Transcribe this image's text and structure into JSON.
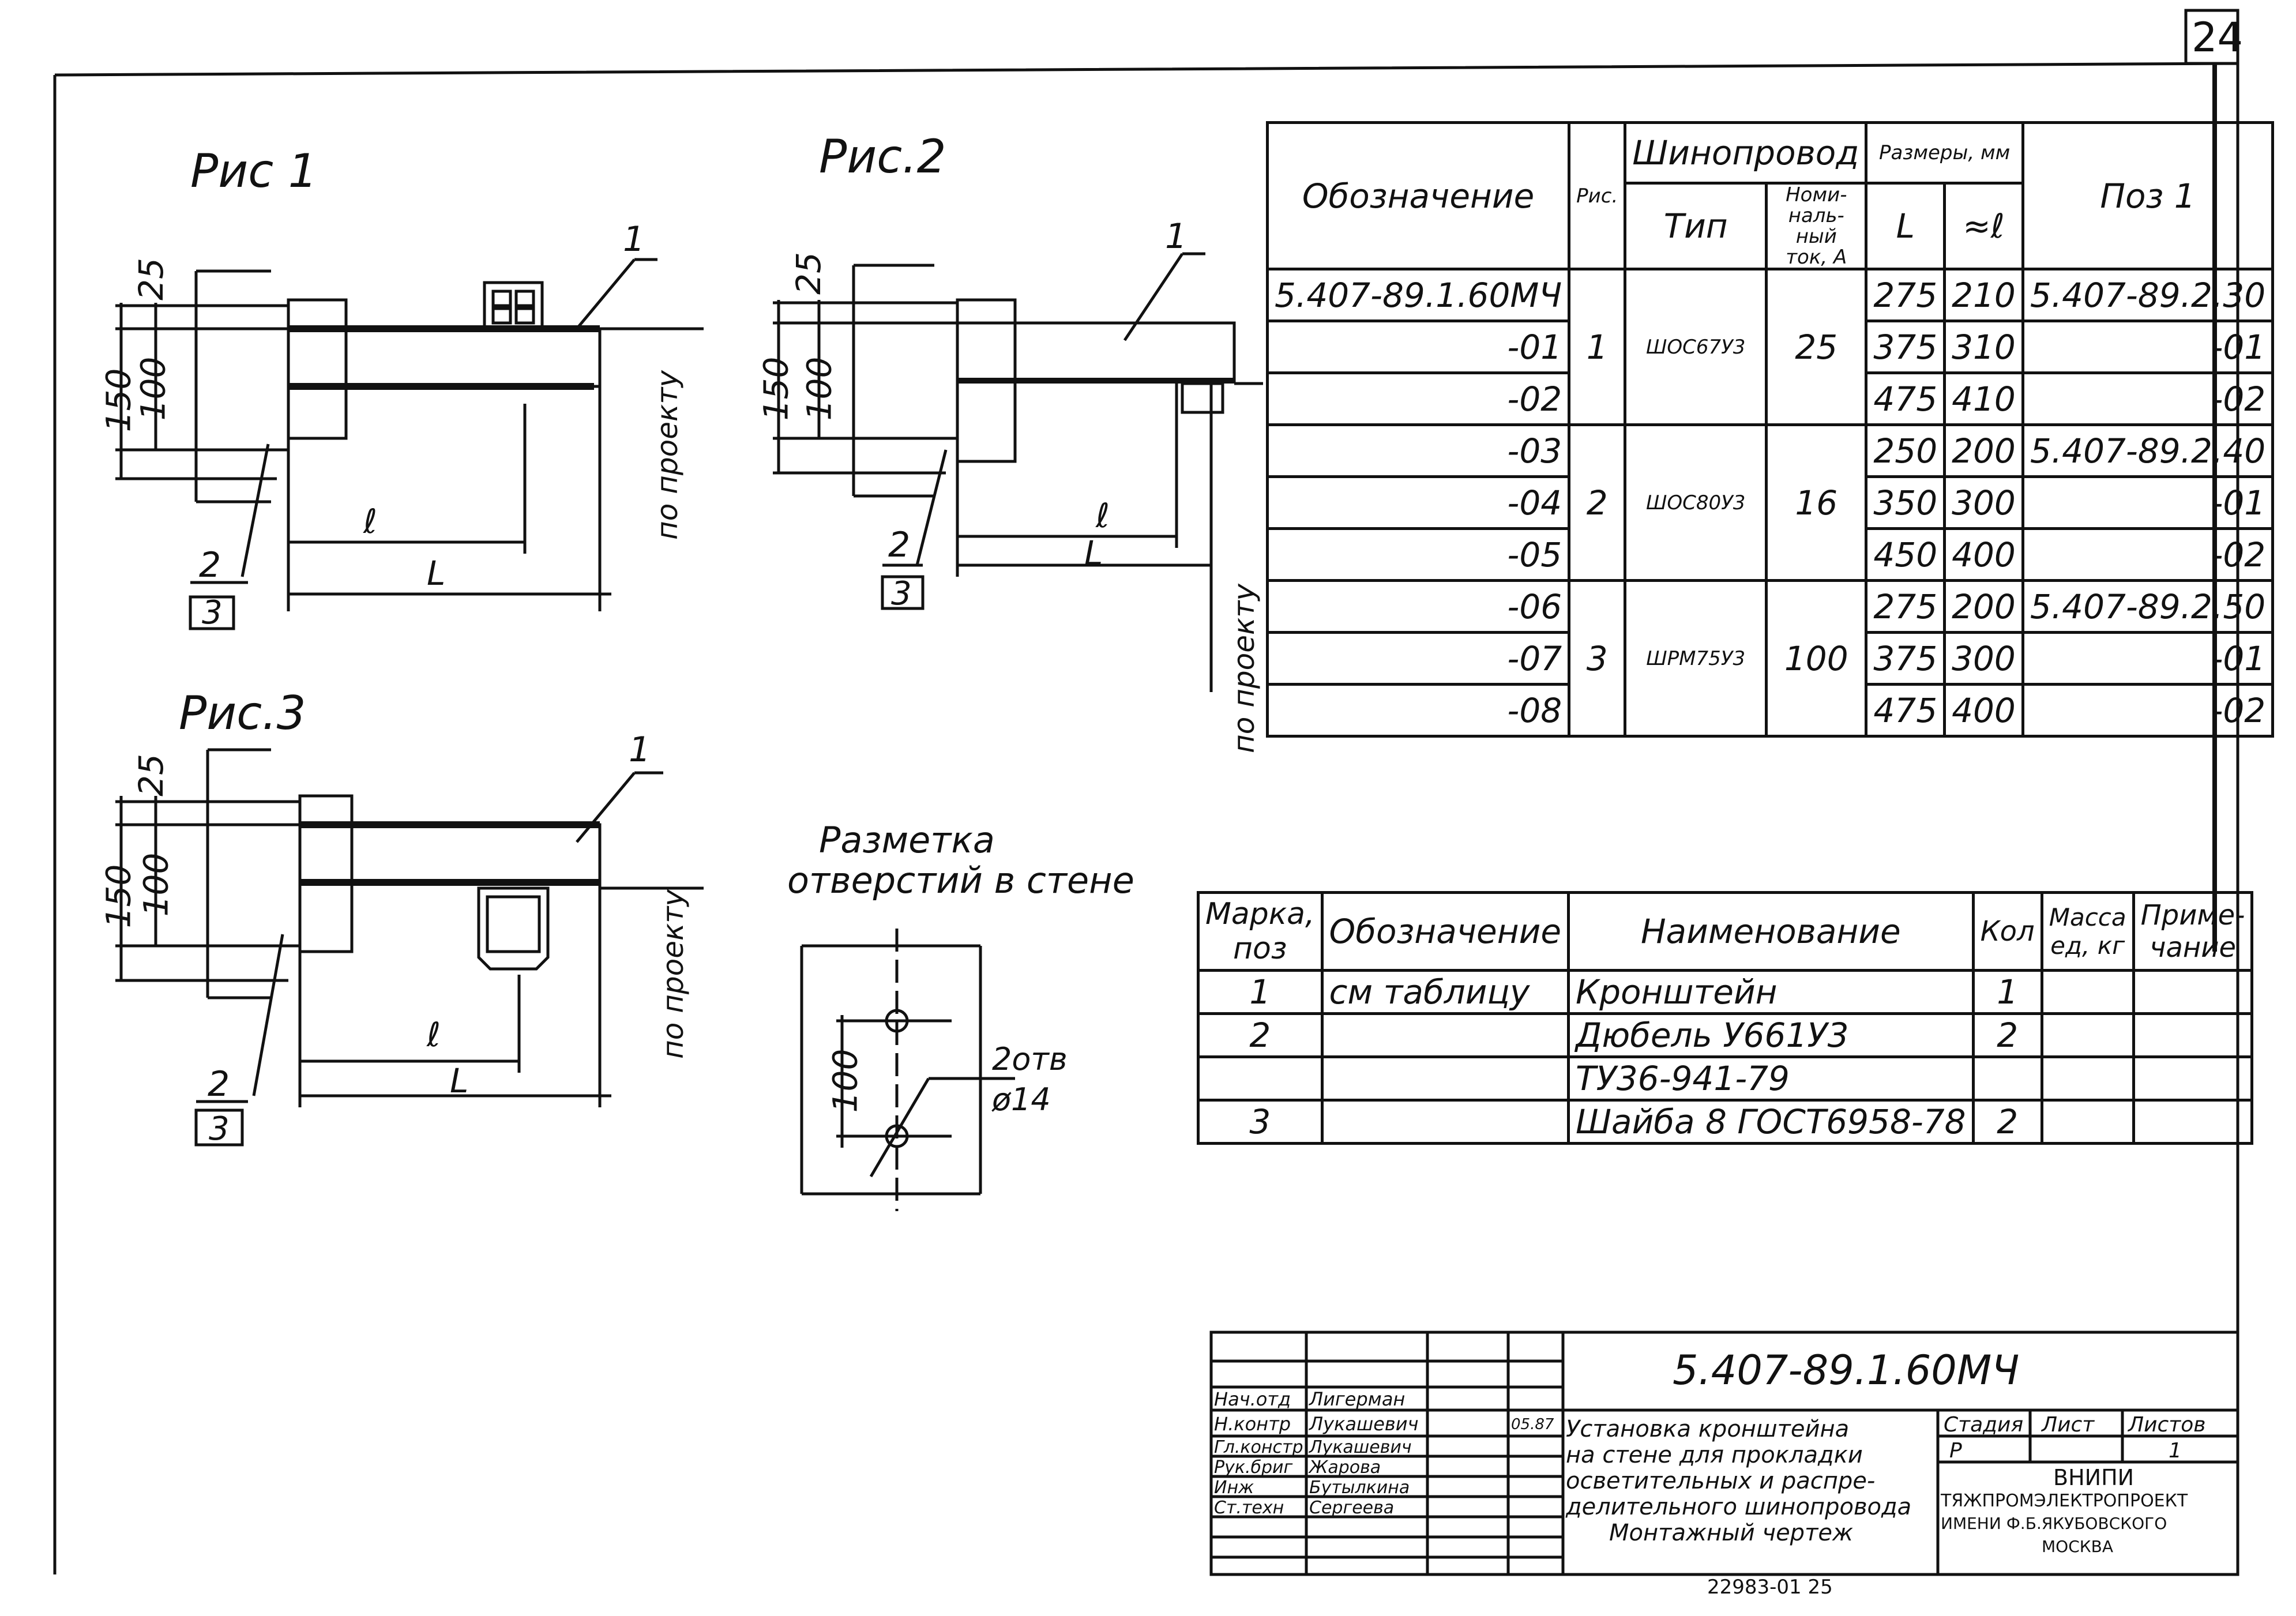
{
  "sheet_number": "24",
  "figures": {
    "fig1_title": "Рис 1",
    "fig2_title": "Рис.2",
    "fig3_title": "Рис.3",
    "marking_title_1": "Разметка",
    "marking_title_2": "отверстий в стене",
    "dim_25": "25",
    "dim_150": "150",
    "dim_100": "100",
    "dim_l": "ℓ",
    "dim_L": "L",
    "callout_1": "1",
    "callout_2": "2",
    "callout_3": "3",
    "by_project": "по проекту",
    "holes_note_1": "2отв",
    "holes_note_2": "ø14"
  },
  "spec_table": {
    "headers": {
      "designation": "Обозначение",
      "fig": "Рис.",
      "busway": "Шинопровод",
      "type": "Тип",
      "nominal_current": "Номи-наль-ный ток, А",
      "sizes": "Размеры, мм",
      "L": "L",
      "l": "≈ℓ",
      "pos1": "Поз 1"
    },
    "rows": [
      {
        "designation": "5.407-89.1.60МЧ",
        "L": "275",
        "l": "210",
        "pos1": "5.407-89.2.30"
      },
      {
        "designation": "-01",
        "L": "375",
        "l": "310",
        "pos1": "-01"
      },
      {
        "designation": "-02",
        "L": "475",
        "l": "410",
        "pos1": "-02"
      },
      {
        "designation": "-03",
        "L": "250",
        "l": "200",
        "pos1": "5.407-89.2.40"
      },
      {
        "designation": "-04",
        "L": "350",
        "l": "300",
        "pos1": "-01"
      },
      {
        "designation": "-05",
        "L": "450",
        "l": "400",
        "pos1": "-02"
      },
      {
        "designation": "-06",
        "L": "275",
        "l": "200",
        "pos1": "5.407-89.2.50"
      },
      {
        "designation": "-07",
        "L": "375",
        "l": "300",
        "pos1": "-01"
      },
      {
        "designation": "-08",
        "L": "475",
        "l": "400",
        "pos1": "-02"
      }
    ],
    "groups": [
      {
        "fig": "1",
        "type": "ШОС67У3",
        "current": "25"
      },
      {
        "fig": "2",
        "type": "ШОС80У3",
        "current": "16"
      },
      {
        "fig": "3",
        "type": "ШРМ75У3",
        "current": "100"
      }
    ]
  },
  "parts_table": {
    "headers": {
      "mark": "Марка, поз",
      "designation": "Обозначение",
      "name": "Наименование",
      "qty": "Кол",
      "mass": "Масса ед, кг",
      "note": "Приме-чание"
    },
    "rows": [
      {
        "mark": "1",
        "designation": "см таблицу",
        "name": "Кронштейн",
        "qty": "1"
      },
      {
        "mark": "2",
        "designation": "",
        "name": "Дюбель У661У3",
        "qty": "2"
      },
      {
        "mark": "",
        "designation": "",
        "name": "ТУ36-941-79",
        "qty": ""
      },
      {
        "mark": "3",
        "designation": "",
        "name": "Шайба 8 ГОСТ6958-78",
        "qty": "2"
      }
    ]
  },
  "stamp": {
    "doc_code": "5.407-89.1.60МЧ",
    "title_1": "Установка кронштейна",
    "title_2": "на стене для прокладки",
    "title_3": "осветительных и распре-",
    "title_4": "делительного шинопровода",
    "title_5": "Монтажный чертеж",
    "stage_label": "Стадия",
    "sheet_label": "Лист",
    "sheets_label": "Листов",
    "stage": "Р",
    "sheets": "1",
    "org_1": "ВНИПИ",
    "org_2": "ТЯЖПРОМЭЛЕКТРОПРОЕКТ",
    "org_3": "ИМЕНИ Ф.Б.ЯКУБОВСКОГО",
    "org_4": "МОСКВА",
    "date": "05.87",
    "roles": [
      {
        "role": "Нач.отд",
        "name": "Лигерман"
      },
      {
        "role": "Н.контр",
        "name": "Лукашевич"
      },
      {
        "role": "Гл.констр",
        "name": "Лукашевич"
      },
      {
        "role": "Рук.бриг",
        "name": "Жарова"
      },
      {
        "role": "Инж",
        "name": "Бутылкина"
      },
      {
        "role": "Ст.техн",
        "name": "Сергеева"
      }
    ],
    "archive_no": "22983-01 25"
  }
}
